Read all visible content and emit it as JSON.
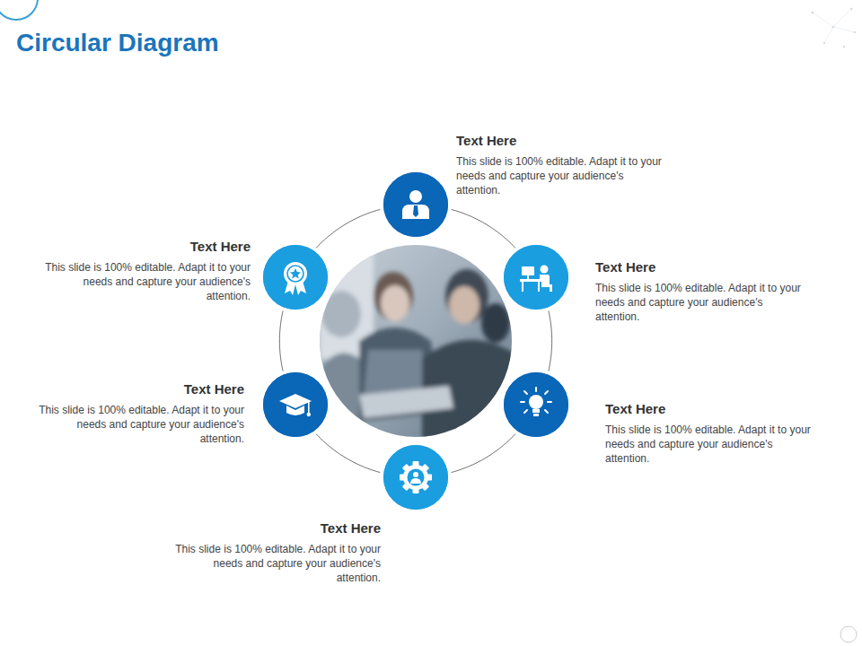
{
  "diagram": {
    "title": "Circular Diagram",
    "nodes": [
      {
        "text": [
          "Text Here",
          "This slide is 100% editable. Adapt it to your needs and capture your audience's attention."
        ]
      },
      {
        "text": [
          "Text Here",
          "This slide is 100% editable. Adapt it to your needs and capture your audience's attention."
        ]
      },
      {
        "text": [
          "Text Here",
          "This slide is 100% editable. Adapt it to your needs and capture your audience's attention."
        ]
      },
      {
        "text": [
          "Text Here",
          "This slide is 100% editable. Adapt it to your needs and capture your audience's attention."
        ]
      },
      {
        "text": [
          "Text Here",
          "This slide is 100% editable. Adapt it to your needs and capture your audience's attention."
        ]
      },
      {
        "text": [
          "Text Here",
          "This slide is 100% editable. Adapt it to your needs and capture your audience's attention."
        ]
      }
    ],
    "edges": [
      {
        "from": 0,
        "to": 1,
        "arrow": "none"
      },
      {
        "from": 1,
        "to": 2,
        "arrow": "none"
      },
      {
        "from": 2,
        "to": 3,
        "arrow": "none"
      },
      {
        "from": 3,
        "to": 4,
        "arrow": "none"
      },
      {
        "from": 4,
        "to": 5,
        "arrow": "none"
      },
      {
        "from": 5,
        "to": 0,
        "arrow": "none"
      }
    ]
  }
}
